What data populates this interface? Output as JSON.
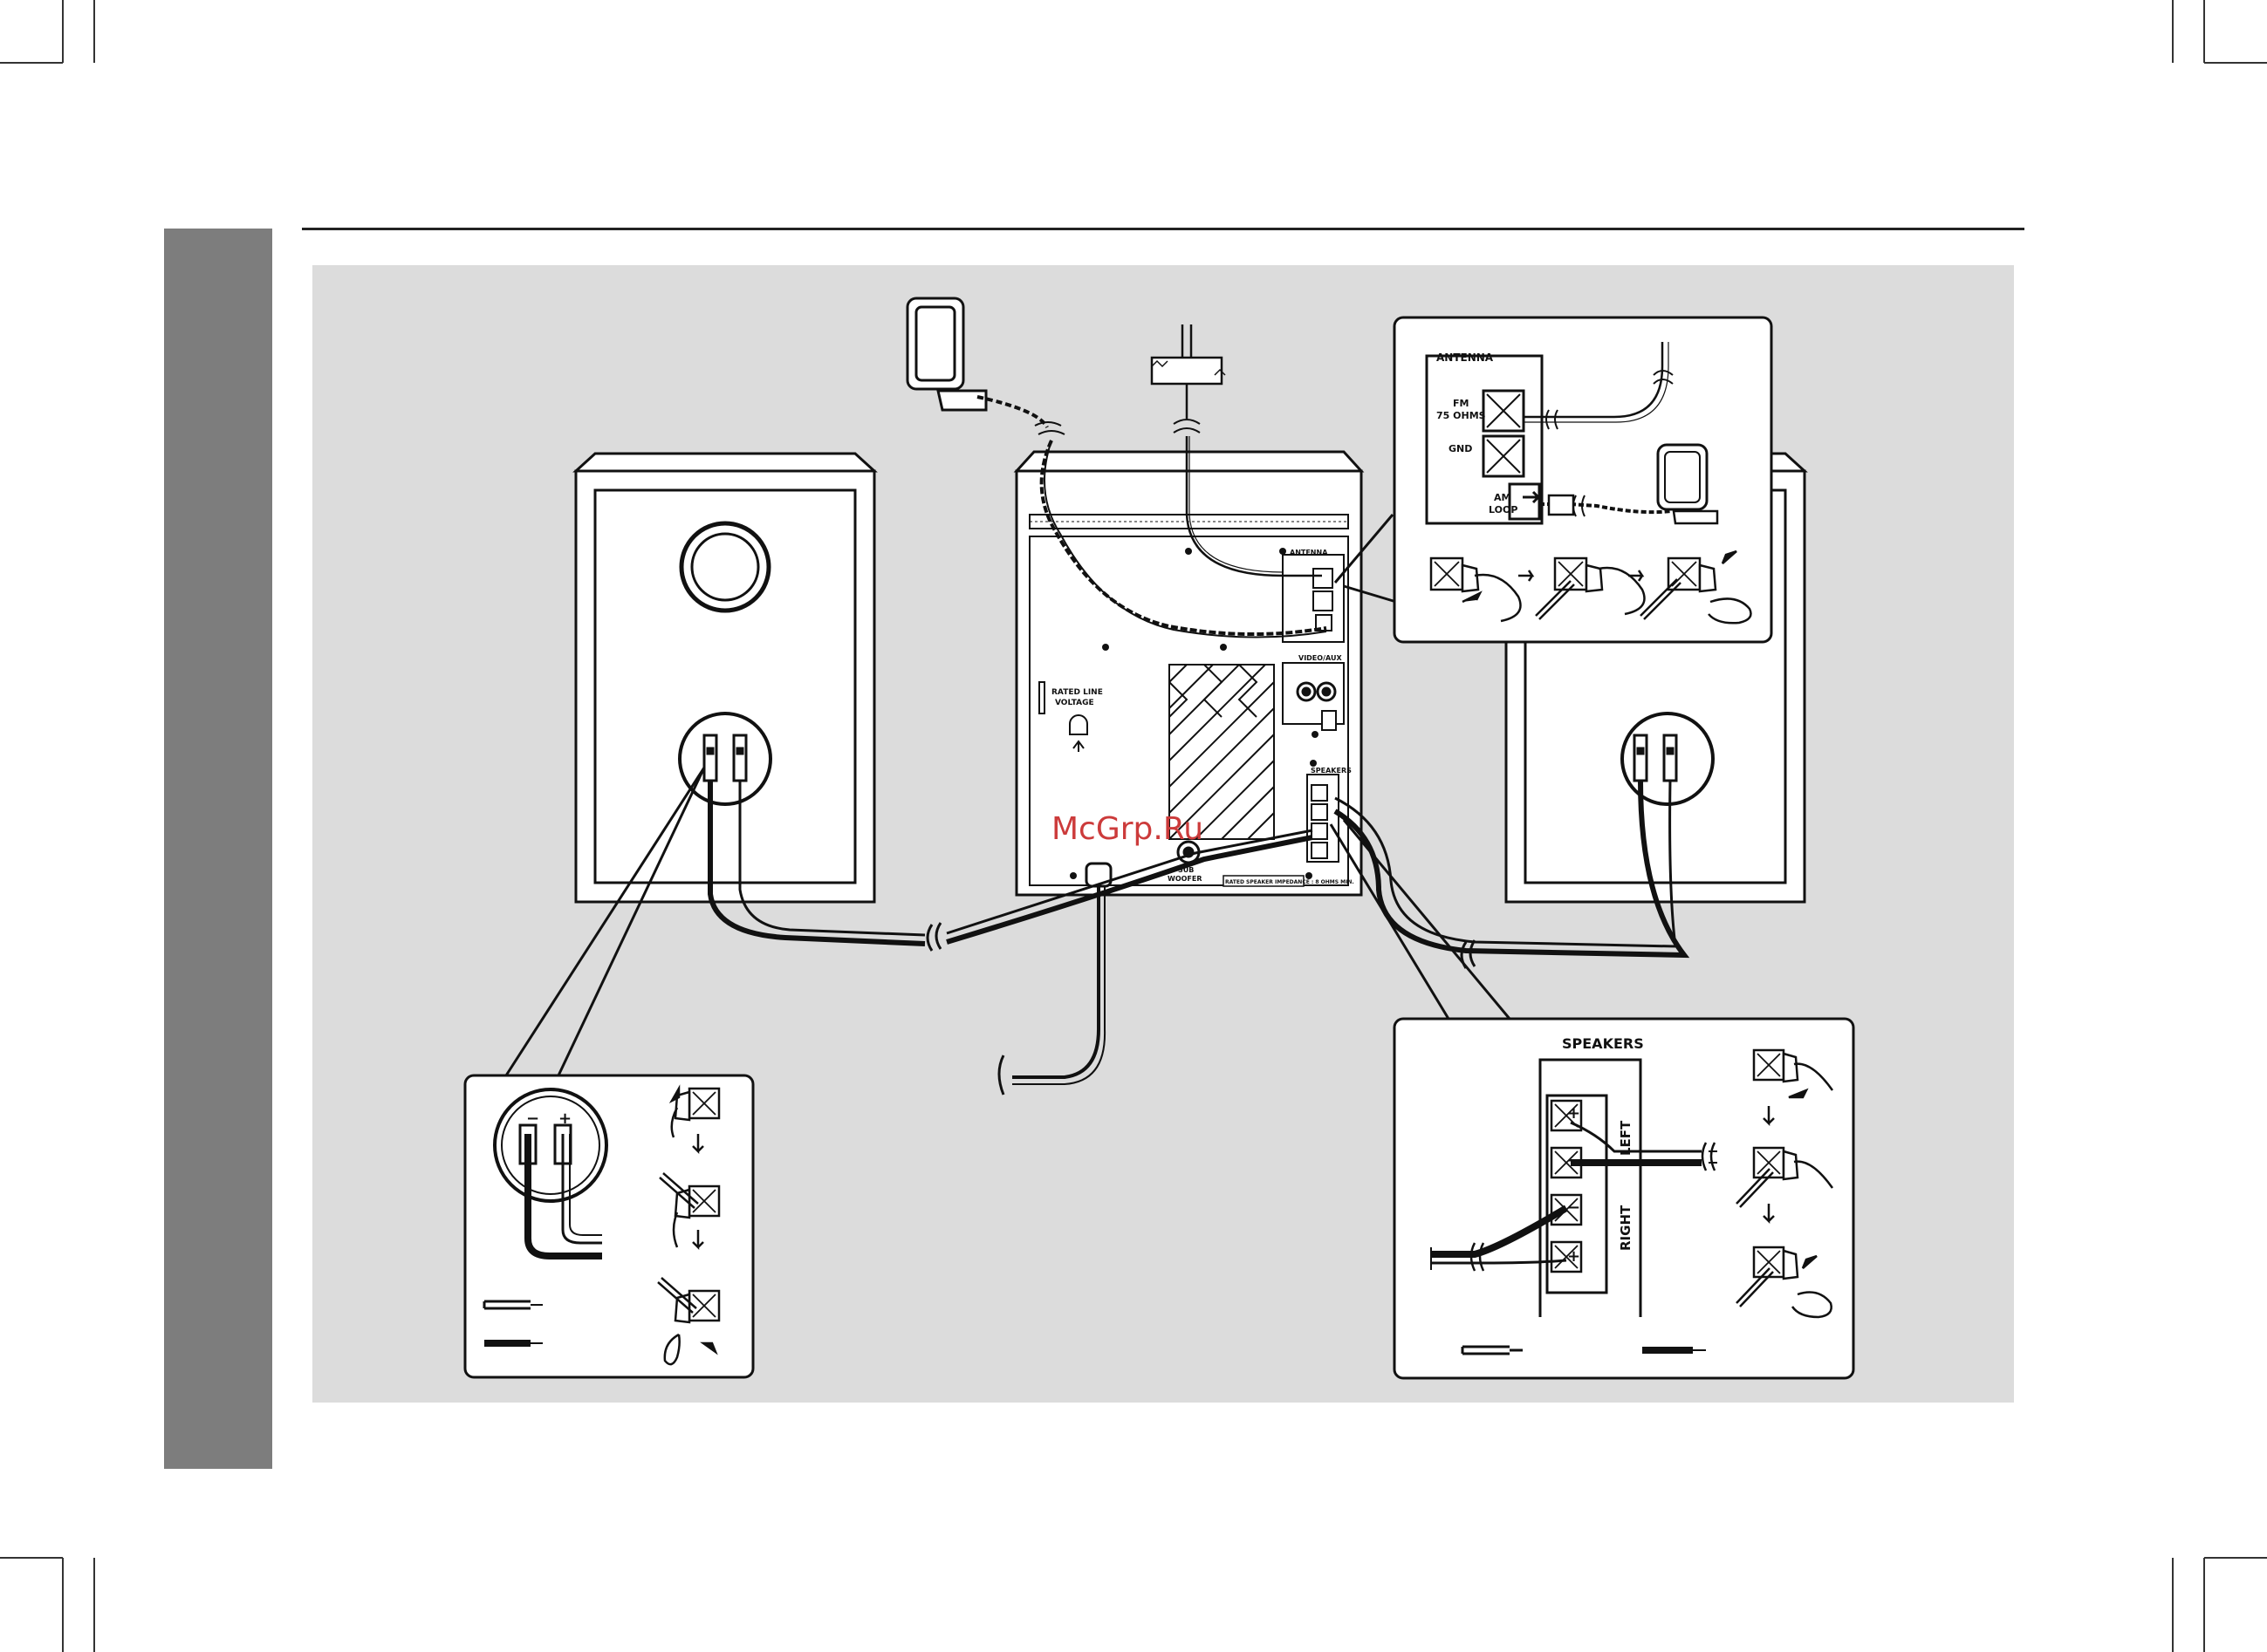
{
  "labels": {
    "antenna": "ANTENNA",
    "fm_75_ohms_line1": "FM",
    "fm_75_ohms_line2": "75 OHMS",
    "gnd": "GND",
    "am_loop_line1": "AM",
    "am_loop_line2": "LOOP",
    "speakers": "SPEAKERS",
    "left": "LEFT",
    "right": "RIGHT",
    "plus": "+",
    "minus": "−",
    "rated_line_voltage_line1": "RATED LINE",
    "rated_line_voltage_line2": "VOLTAGE",
    "video_aux": "VIDEO/AUX",
    "sub_woofer_line1": "SUB",
    "sub_woofer_line2": "WOOFER",
    "rated_speaker_impedance": "RATED SPEAKER IMPEDANCE : 8 OHMS MIN."
  },
  "watermark": "McGrp.Ru",
  "colors": {
    "sidebar_tab": "#7d7d7d",
    "panel_background": "#dcdcdc",
    "line": "#111111",
    "watermark": "#cc3b3b"
  }
}
